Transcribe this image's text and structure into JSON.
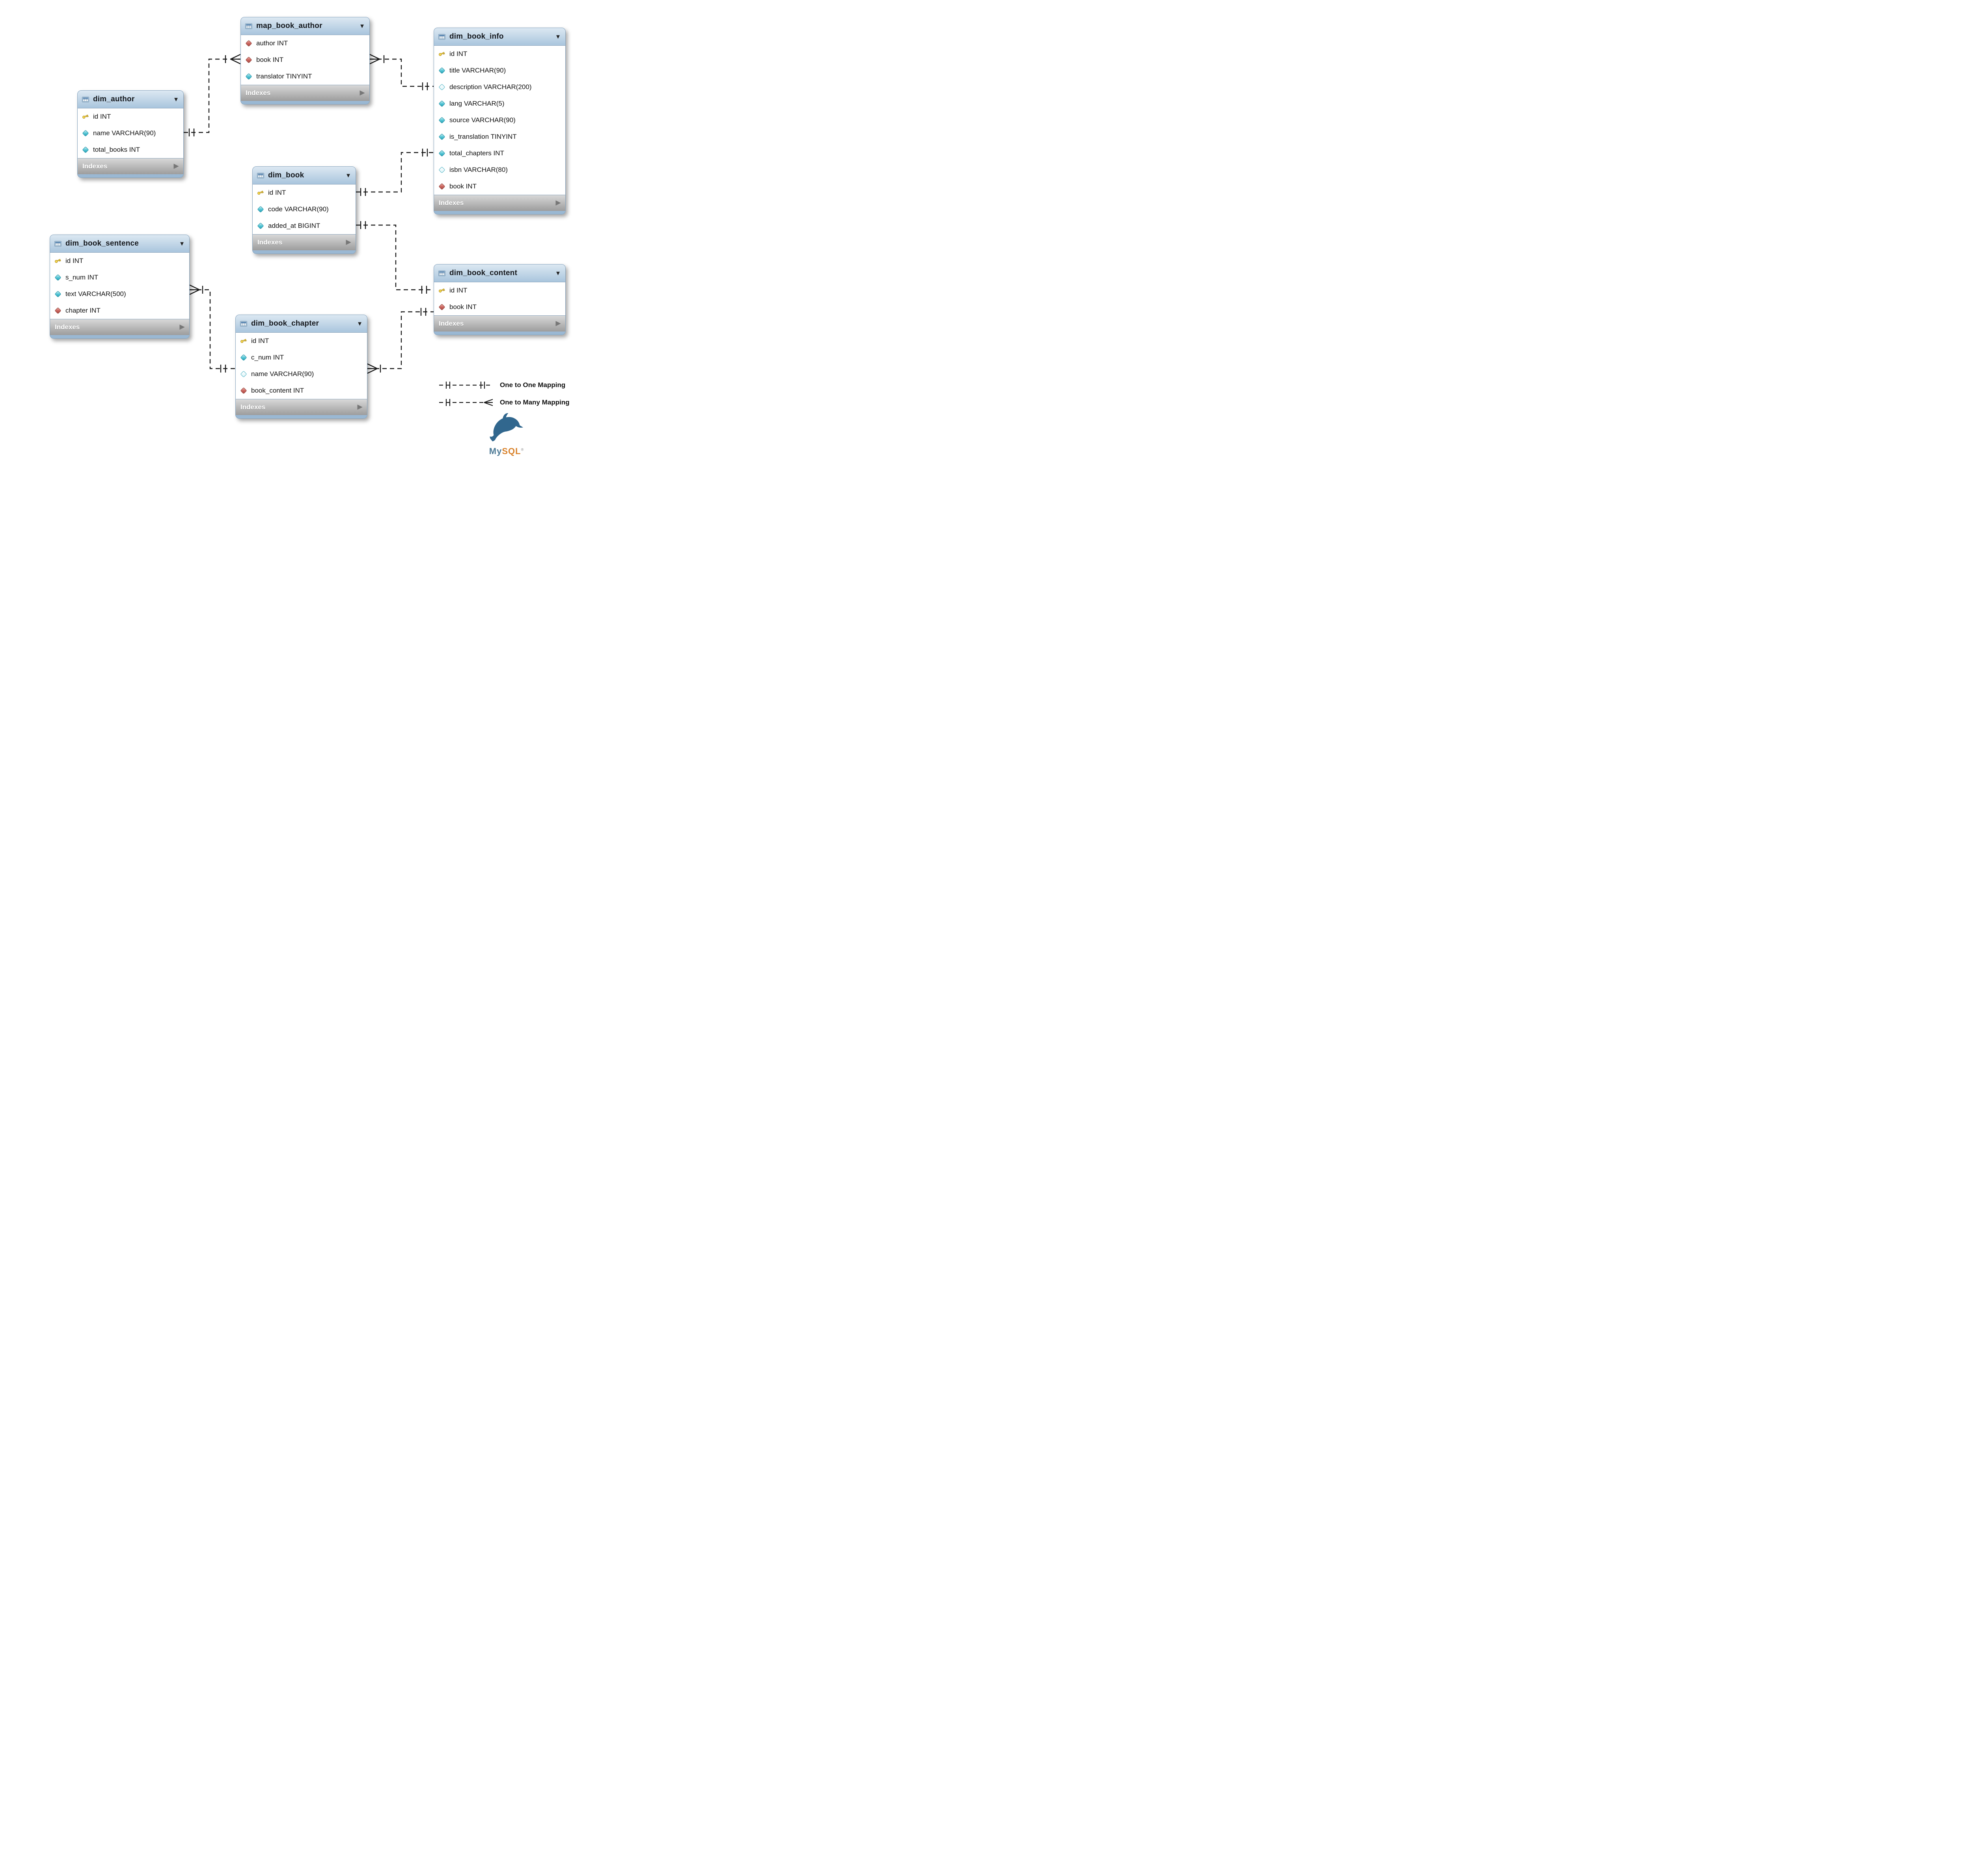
{
  "colors": {
    "table_header_blue": "#a9c5dd",
    "table_frame_blue": "#9ab8d3",
    "indexes_footer_gray": "#9d9d9d",
    "primary_key_yellow": "#f6d84c",
    "attribute_cyan": "#4ec2d3",
    "foreign_key_red": "#c7605a",
    "connector_black": "#1a1a1a"
  },
  "icons": {
    "collapse": "▼",
    "expand": "▶"
  },
  "tables": {
    "dim_author": {
      "title": "dim_author",
      "footer": "Indexes",
      "columns": [
        {
          "label": "id INT",
          "icon": "primary-key-icon"
        },
        {
          "label": "name VARCHAR(90)",
          "icon": "attribute-diamond-icon"
        },
        {
          "label": "total_books INT",
          "icon": "attribute-diamond-icon"
        }
      ]
    },
    "map_book_author": {
      "title": "map_book_author",
      "footer": "Indexes",
      "columns": [
        {
          "label": "author INT",
          "icon": "foreign-key-diamond-icon"
        },
        {
          "label": "book INT",
          "icon": "foreign-key-diamond-icon"
        },
        {
          "label": "translator TINYINT",
          "icon": "attribute-diamond-icon"
        }
      ]
    },
    "dim_book_info": {
      "title": "dim_book_info",
      "footer": "Indexes",
      "columns": [
        {
          "label": "id INT",
          "icon": "primary-key-icon"
        },
        {
          "label": "title VARCHAR(90)",
          "icon": "attribute-diamond-icon"
        },
        {
          "label": "description VARCHAR(200)",
          "icon": "attribute-diamond-outline-icon"
        },
        {
          "label": "lang VARCHAR(5)",
          "icon": "attribute-diamond-icon"
        },
        {
          "label": "source VARCHAR(90)",
          "icon": "attribute-diamond-icon"
        },
        {
          "label": "is_translation TINYINT",
          "icon": "attribute-diamond-icon"
        },
        {
          "label": "total_chapters INT",
          "icon": "attribute-diamond-icon"
        },
        {
          "label": "isbn VARCHAR(80)",
          "icon": "attribute-diamond-outline-icon"
        },
        {
          "label": "book INT",
          "icon": "foreign-key-diamond-icon"
        }
      ]
    },
    "dim_book": {
      "title": "dim_book",
      "footer": "Indexes",
      "columns": [
        {
          "label": "id INT",
          "icon": "primary-key-icon"
        },
        {
          "label": "code VARCHAR(90)",
          "icon": "attribute-diamond-icon"
        },
        {
          "label": "added_at BIGINT",
          "icon": "attribute-diamond-icon"
        }
      ]
    },
    "dim_book_sentence": {
      "title": "dim_book_sentence",
      "footer": "Indexes",
      "columns": [
        {
          "label": "id INT",
          "icon": "primary-key-icon"
        },
        {
          "label": "s_num INT",
          "icon": "attribute-diamond-icon"
        },
        {
          "label": "text VARCHAR(500)",
          "icon": "attribute-diamond-icon"
        },
        {
          "label": "chapter INT",
          "icon": "foreign-key-diamond-icon"
        }
      ]
    },
    "dim_book_chapter": {
      "title": "dim_book_chapter",
      "footer": "Indexes",
      "columns": [
        {
          "label": "id INT",
          "icon": "primary-key-icon"
        },
        {
          "label": "c_num INT",
          "icon": "attribute-diamond-icon"
        },
        {
          "label": "name VARCHAR(90)",
          "icon": "attribute-diamond-outline-icon"
        },
        {
          "label": "book_content INT",
          "icon": "foreign-key-diamond-icon"
        }
      ]
    },
    "dim_book_content": {
      "title": "dim_book_content",
      "footer": "Indexes",
      "columns": [
        {
          "label": "id INT",
          "icon": "primary-key-icon"
        },
        {
          "label": "book INT",
          "icon": "foreign-key-diamond-icon"
        }
      ]
    }
  },
  "relationships": [
    {
      "from": "dim_author",
      "to": "map_book_author",
      "type": "one-to-many"
    },
    {
      "from": "dim_book_info",
      "to": "map_book_author",
      "type": "one-to-many"
    },
    {
      "from": "dim_book",
      "to": "dim_book_info",
      "type": "one-to-one"
    },
    {
      "from": "dim_book",
      "to": "dim_book_content",
      "type": "one-to-one"
    },
    {
      "from": "dim_book_chapter",
      "to": "dim_book_sentence",
      "type": "one-to-many"
    },
    {
      "from": "dim_book_content",
      "to": "dim_book_chapter",
      "type": "one-to-many"
    }
  ],
  "legend": {
    "one_to_one": "One to One Mapping",
    "one_to_many": "One to Many Mapping"
  },
  "logo": {
    "my": "My",
    "sql": "SQL",
    "reg": "®"
  }
}
